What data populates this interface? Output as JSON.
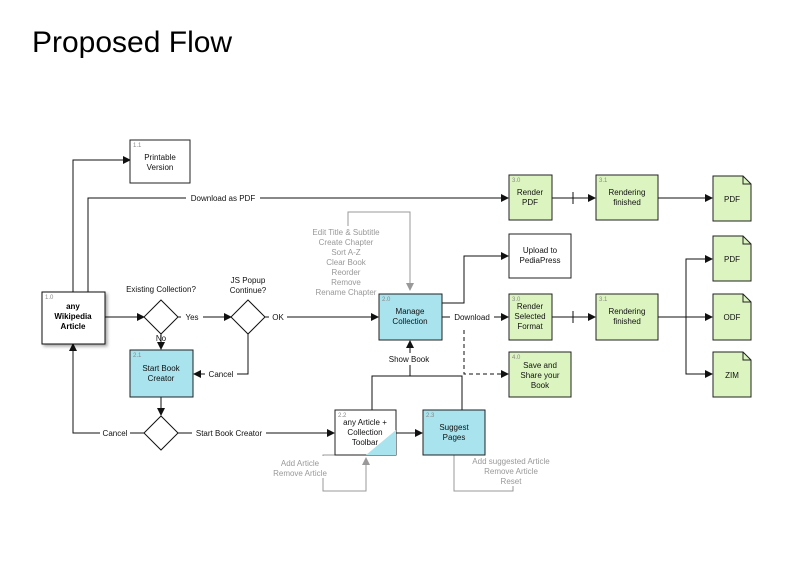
{
  "title": "Proposed Flow",
  "colors": {
    "green": "#DCF5C0",
    "blue": "#A8E3EE",
    "white": "#FFFFFF",
    "gray_text": "#999999"
  },
  "nodes": {
    "any_article": {
      "num": "1.0",
      "lines": [
        "any",
        "Wikipedia",
        "Article"
      ]
    },
    "printable": {
      "num": "1.1",
      "lines": [
        "Printable",
        "Version"
      ]
    },
    "start_book": {
      "num": "2.1",
      "lines": [
        "Start Book",
        "Creator"
      ]
    },
    "any_article_toolbar": {
      "num": "2.2",
      "lines": [
        "any Article +",
        "Collection",
        "Toolbar"
      ]
    },
    "suggest": {
      "num": "2.3",
      "lines": [
        "Suggest",
        "Pages"
      ]
    },
    "manage": {
      "num": "2.0",
      "lines": [
        "Manage",
        "Collection"
      ]
    },
    "render_pdf": {
      "num": "3.0",
      "lines": [
        "Render",
        "PDF"
      ]
    },
    "rendering_finished_1": {
      "num": "3.1",
      "lines": [
        "Rendering",
        "finished"
      ]
    },
    "upload": {
      "lines": [
        "Upload to",
        "PediaPress"
      ]
    },
    "render_selected": {
      "num": "3.0",
      "lines": [
        "Render",
        "Selected",
        "Format"
      ]
    },
    "rendering_finished_2": {
      "num": "3.1",
      "lines": [
        "Rendering",
        "finished"
      ]
    },
    "save_share": {
      "num": "4.0",
      "lines": [
        "Save and",
        "Share your",
        "Book"
      ]
    },
    "doc_pdf_1": {
      "label": "PDF"
    },
    "doc_pdf_2": {
      "label": "PDF"
    },
    "doc_odf": {
      "label": "ODF"
    },
    "doc_zim": {
      "label": "ZIM"
    }
  },
  "decisions": {
    "existing": {
      "question": "Existing Collection?"
    },
    "js_popup": {
      "question_lines": [
        "JS Popup",
        "Continue?"
      ]
    }
  },
  "edge_labels": {
    "download_as_pdf": "Download as PDF",
    "yes": "Yes",
    "no": "No",
    "ok": "OK",
    "cancel_popup": "Cancel",
    "cancel_creator": "Cancel",
    "start_book_creator": "Start Book Creator",
    "download": "Download",
    "show_book": "Show Book"
  },
  "annotations": {
    "manage_actions": [
      "Edit Title & Subtitle",
      "Create Chapter",
      "Sort A-Z",
      "Clear Book",
      "Reorder",
      "Remove",
      "Rename Chapter"
    ],
    "article_actions": [
      "Add Article",
      "Remove Article"
    ],
    "suggest_actions": [
      "Add suggested Article",
      "Remove Article",
      "Reset"
    ]
  }
}
